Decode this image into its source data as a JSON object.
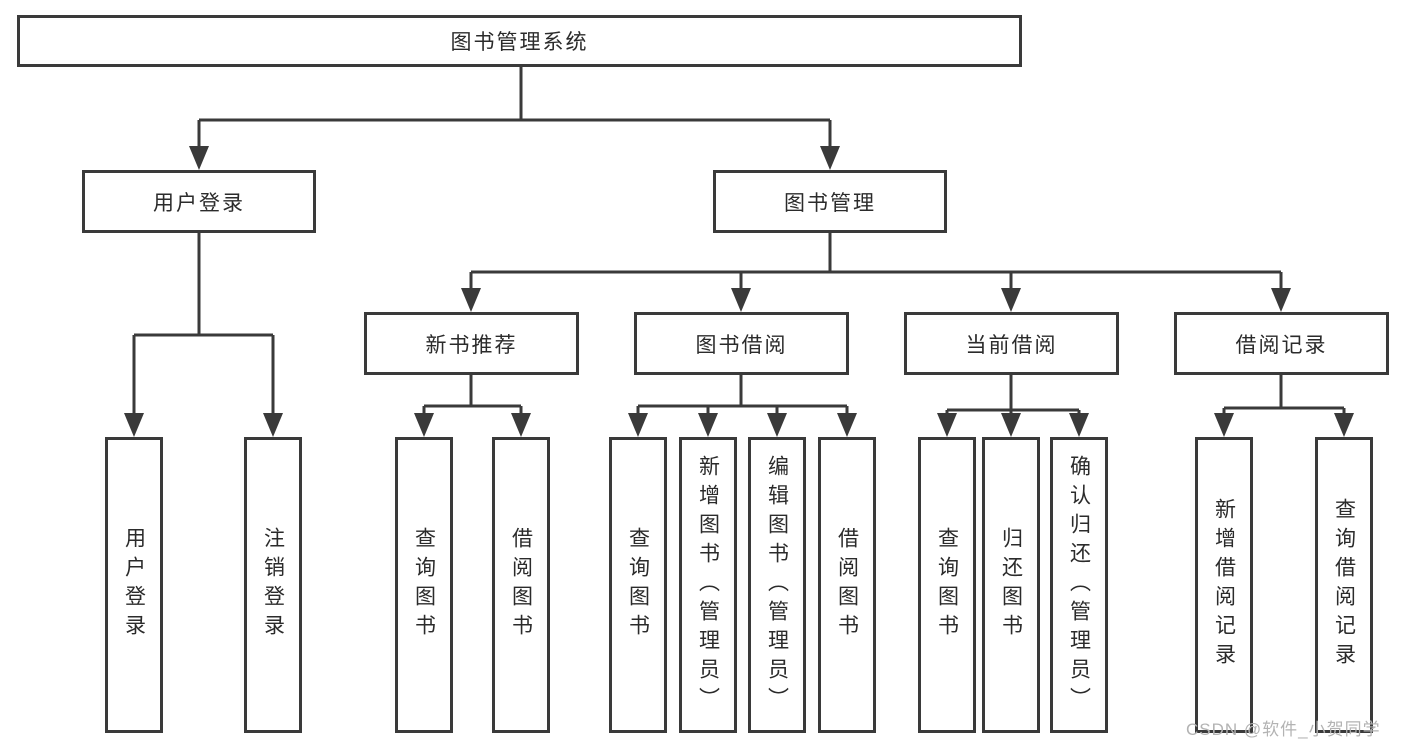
{
  "diagram": {
    "root": {
      "label": "图书管理系统"
    },
    "branches": [
      {
        "label": "用户登录",
        "children": [
          {
            "label": "用户登录"
          },
          {
            "label": "注销登录"
          }
        ]
      },
      {
        "label": "图书管理",
        "children": [
          {
            "label": "新书推荐",
            "children": [
              {
                "label": "查询图书"
              },
              {
                "label": "借阅图书"
              }
            ]
          },
          {
            "label": "图书借阅",
            "children": [
              {
                "label": "查询图书"
              },
              {
                "label": "新增图书（管理员）"
              },
              {
                "label": "编辑图书（管理员）"
              },
              {
                "label": "借阅图书"
              }
            ]
          },
          {
            "label": "当前借阅",
            "children": [
              {
                "label": "查询图书"
              },
              {
                "label": "归还图书"
              },
              {
                "label": "确认归还（管理员）"
              }
            ]
          },
          {
            "label": "借阅记录",
            "children": [
              {
                "label": "新增借阅记录"
              },
              {
                "label": "查询借阅记录"
              }
            ]
          }
        ]
      }
    ],
    "watermark": "CSDN @软件_小贺同学",
    "colors": {
      "line": "#3a3a3a",
      "text": "#2b2b2b",
      "box_fill": "#ffffff",
      "background": "#ffffff",
      "watermark": "#b3b3b3"
    }
  }
}
